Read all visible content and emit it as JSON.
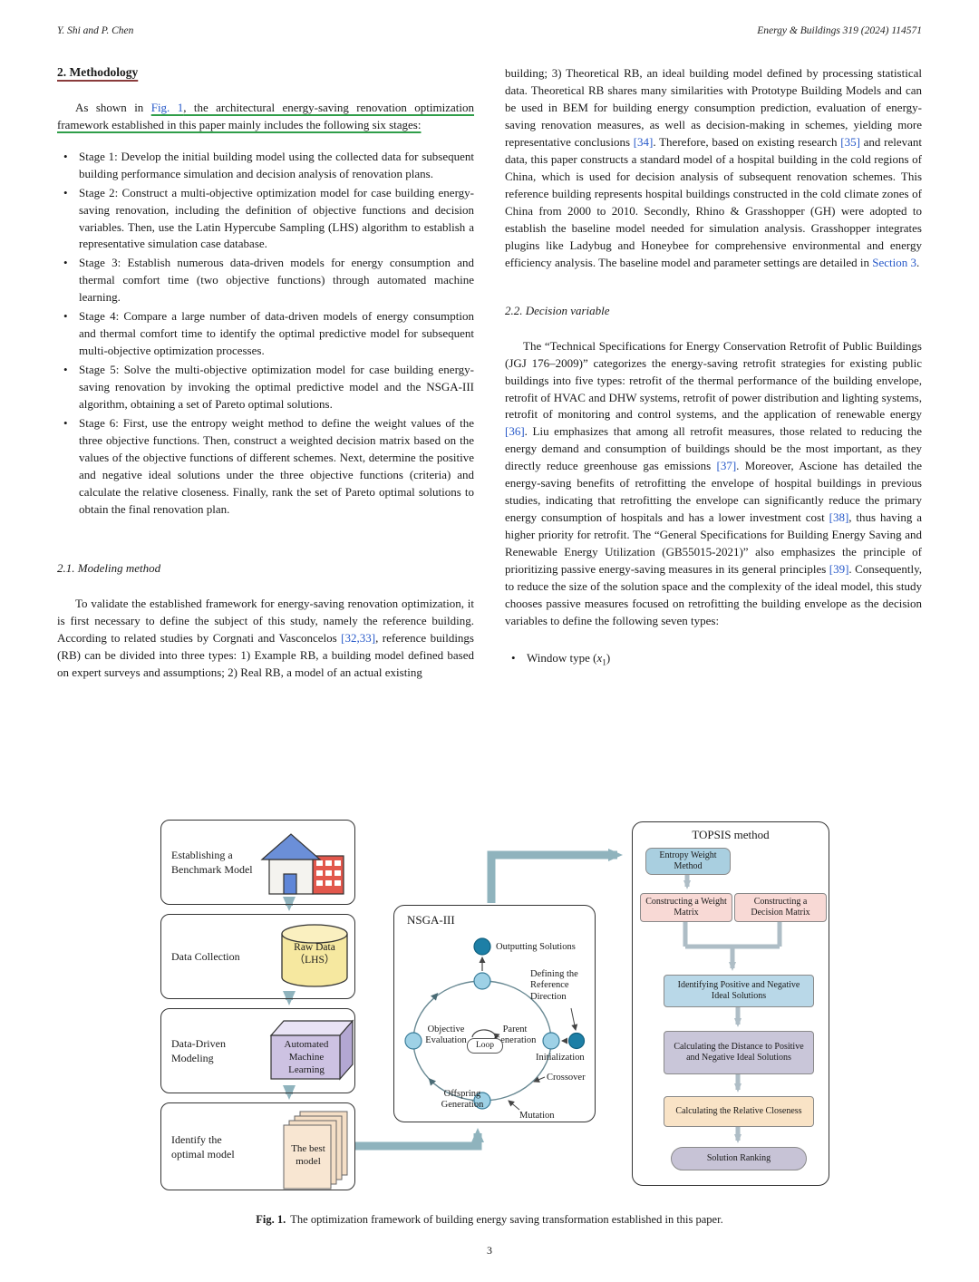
{
  "page": {
    "header_left": "Y. Shi and P. Chen",
    "header_right": "Energy & Buildings 319 (2024) 114571",
    "footer_page": "3"
  },
  "colors": {
    "link_blue": "#2759c9",
    "annotation_green": "#2f9e49",
    "heading_underline": "#8a3b3b",
    "flow_arrow_teal": "#8fb3bd",
    "nsga_node_light": "#9ed1e6",
    "nsga_node_dark": "#1d7fa6",
    "topsis_entropy_blue": "#a9cfe0",
    "topsis_pink": "#f8d9d5",
    "topsis_blue": "#b9d8e8",
    "topsis_lavender": "#c9c6d9",
    "topsis_orange": "#f9e3c6",
    "cylinder_yellow": "#f6e8a0",
    "ml_box_purple": "#cdc2e2",
    "sheets_tan": "#f5dfc6"
  },
  "left_col": {
    "section_heading": "2. Methodology",
    "intro_segments": [
      {
        "t": "As shown in "
      },
      {
        "t": "Fig. 1",
        "link": true,
        "green": true
      },
      {
        "t": ", the architectural energy-saving renovation optimization framework established in this paper mainly includes the following six stages:",
        "green": true
      }
    ],
    "stages": [
      "Stage 1: Develop the initial building model using the collected data for subsequent building performance simulation and decision analysis of renovation plans.",
      "Stage 2: Construct a multi-objective optimization model for case building energy-saving renovation, including the definition of objective functions and decision variables. Then, use the Latin Hypercube Sampling (LHS) algorithm to establish a representative simulation case database.",
      "Stage 3: Establish numerous data-driven models for energy consumption and thermal comfort time (two objective functions) through automated machine learning.",
      "Stage 4: Compare a large number of data-driven models of energy consumption and thermal comfort time to identify the optimal predictive model for subsequent multi-objective optimization processes.",
      "Stage 5: Solve the multi-objective optimization model for case building energy-saving renovation by invoking the optimal predictive model and the NSGA-III algorithm, obtaining a set of Pareto optimal solutions.",
      "Stage 6: First, use the entropy weight method to define the weight values of the three objective functions. Then, construct a weighted decision matrix based on the values of the objective functions of different schemes. Next, determine the positive and negative ideal solutions under the three objective functions (criteria) and calculate the relative closeness. Finally, rank the set of Pareto optimal solutions to obtain the final renovation plan."
    ],
    "subsection_heading": "2.1. Modeling method",
    "modeling_segments": [
      {
        "t": "To validate the established framework for energy-saving renovation optimization, it is first necessary to define the subject of this study, namely the reference building. According to related studies by Corgnati and Vasconcelos "
      },
      {
        "t": "[32,33]",
        "link": true
      },
      {
        "t": ", reference buildings (RB) can be divided into three types: 1) Example RB, a building model defined based on expert surveys and assumptions; 2) Real RB, a model of an actual existing"
      }
    ]
  },
  "right_col": {
    "para1_segments": [
      {
        "t": "building; 3) Theoretical RB, an ideal building model defined by processing statistical data. Theoretical RB shares many similarities with Prototype Building Models and can be used in BEM for building energy consumption prediction, evaluation of energy-saving renovation measures, as well as decision-making in schemes, yielding more representative conclusions "
      },
      {
        "t": "[34]",
        "link": true
      },
      {
        "t": ". Therefore, based on existing research "
      },
      {
        "t": "[35]",
        "link": true
      },
      {
        "t": " and relevant data, this paper constructs a standard model of a hospital building in the cold regions of China, which is used for decision analysis of subsequent renovation schemes. This reference building represents hospital buildings constructed in the cold climate zones of China from 2000 to 2010. Secondly, Rhino & Grasshopper (GH) were adopted to establish the baseline model needed for simulation analysis. Grasshopper integrates plugins like Ladybug and Honeybee for comprehensive environmental and energy efficiency analysis. The baseline model and parameter settings are detailed in "
      },
      {
        "t": "Section 3",
        "link": true
      },
      {
        "t": "."
      }
    ],
    "subsection_heading": "2.2. Decision variable",
    "para2_segments": [
      {
        "t": "The “Technical Specifications for Energy Conservation Retrofit of Public Buildings (JGJ 176–2009)” categorizes the energy-saving retrofit strategies for existing public buildings into five types: retrofit of the thermal performance of the building envelope, retrofit of HVAC and DHW systems, retrofit of power distribution and lighting systems, retrofit of monitoring and control systems, and the application of renewable energy "
      },
      {
        "t": "[36]",
        "link": true
      },
      {
        "t": ". Liu emphasizes that among all retrofit measures, those related to reducing the energy demand and consumption of buildings should be the most important, as they directly reduce greenhouse gas emissions "
      },
      {
        "t": "[37]",
        "link": true
      },
      {
        "t": ". Moreover, Ascione has detailed the energy-saving benefits of retrofitting the envelope of hospital buildings in previous studies, indicating that retrofitting the envelope can significantly reduce the primary energy consumption of hospitals and has a lower investment cost "
      },
      {
        "t": "[38]",
        "link": true
      },
      {
        "t": ", thus having a higher priority for retrofit. The “General Specifications for Building Energy Saving and Renewable Energy Utilization (GB55015-2021)” also emphasizes the principle of prioritizing passive energy-saving measures in its general principles "
      },
      {
        "t": "[39]",
        "link": true
      },
      {
        "t": ". Consequently, to reduce the size of the solution space and the complexity of the ideal model, this study chooses passive measures focused on retrofitting the building envelope as the decision variables to define the following seven types:"
      }
    ],
    "window_bullet_segments": [
      {
        "t": "Window type ("
      },
      {
        "t": "x",
        "i": true
      },
      {
        "t": "1",
        "sub": true
      },
      {
        "t": ")"
      }
    ]
  },
  "figure": {
    "box1_label": "Establishing a Benchmark Model",
    "box2_label": "Data Collection",
    "box2_art_line1": "Raw Data",
    "box2_art_line2": "（LHS）",
    "box3_label": "Data-Driven Modeling",
    "box3_art": "Automated Machine Learning",
    "box4_label": "Identify the optimal model",
    "box4_art": "The best model",
    "nsga": {
      "title": "NSGA-III",
      "outputting": "Outputting Solutions",
      "defining": "Defining the Reference Direction",
      "objective": "Objective Evaluation",
      "parent": "Parent Generation",
      "initialization": "Initialization",
      "crossover": "Crossover",
      "offspring": "Offspring Generation",
      "mutation": "Mutation",
      "loop": "Loop"
    },
    "topsis": {
      "title": "TOPSIS method",
      "entropy": "Entropy Weight Method",
      "weight_matrix": "Constructing a Weight Matrix",
      "decision_matrix": "Constructing a Decision Matrix",
      "identify": "Identifying Positive and Negative Ideal Solutions",
      "distance": "Calculating the Distance to Positive and Negative Ideal Solutions",
      "closeness": "Calculating the Relative Closeness",
      "ranking": "Solution Ranking"
    }
  },
  "caption": {
    "label": "Fig. 1.",
    "text": "The optimization framework of building energy saving transformation established in this paper."
  }
}
